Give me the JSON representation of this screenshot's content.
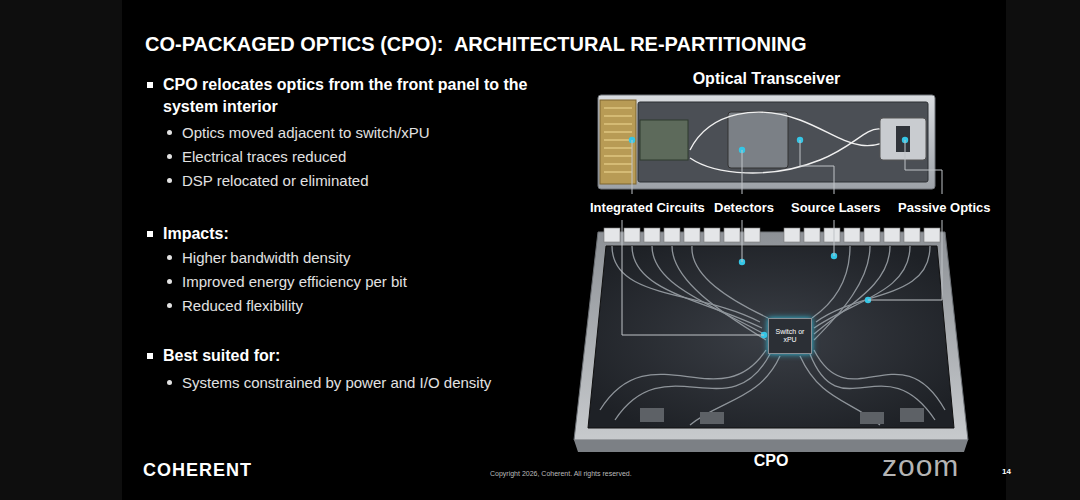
{
  "diagram": {
    "title": "CO-PACKAGED OPTICS (CPO):  ARCHITECTURAL RE-PARTITIONING",
    "nodes": [
      {
        "text": [
          "Optical Transceiver"
        ]
      },
      {
        "text": [
          "CPO"
        ]
      },
      {
        "text": [
          "Switch or xPU"
        ],
        "in": 1
      }
    ],
    "labels": [
      "CPO relocates optics from the front panel to the system interior",
      "Optics moved adjacent to switch/xPU",
      "Electrical traces reduced",
      "DSP relocated or eliminated",
      "Impacts:",
      "Higher bandwidth density",
      "Improved energy efficiency per bit",
      "Reduced flexibility",
      "Best suited for:",
      "Systems constrained by power and I/O density",
      "Integrated Circuits",
      "Detectors",
      "Source Lasers",
      "Passive Optics",
      "COHERENT",
      "Copyright 2026, Coherent. All rights reserved.",
      "zoom",
      "14"
    ]
  }
}
